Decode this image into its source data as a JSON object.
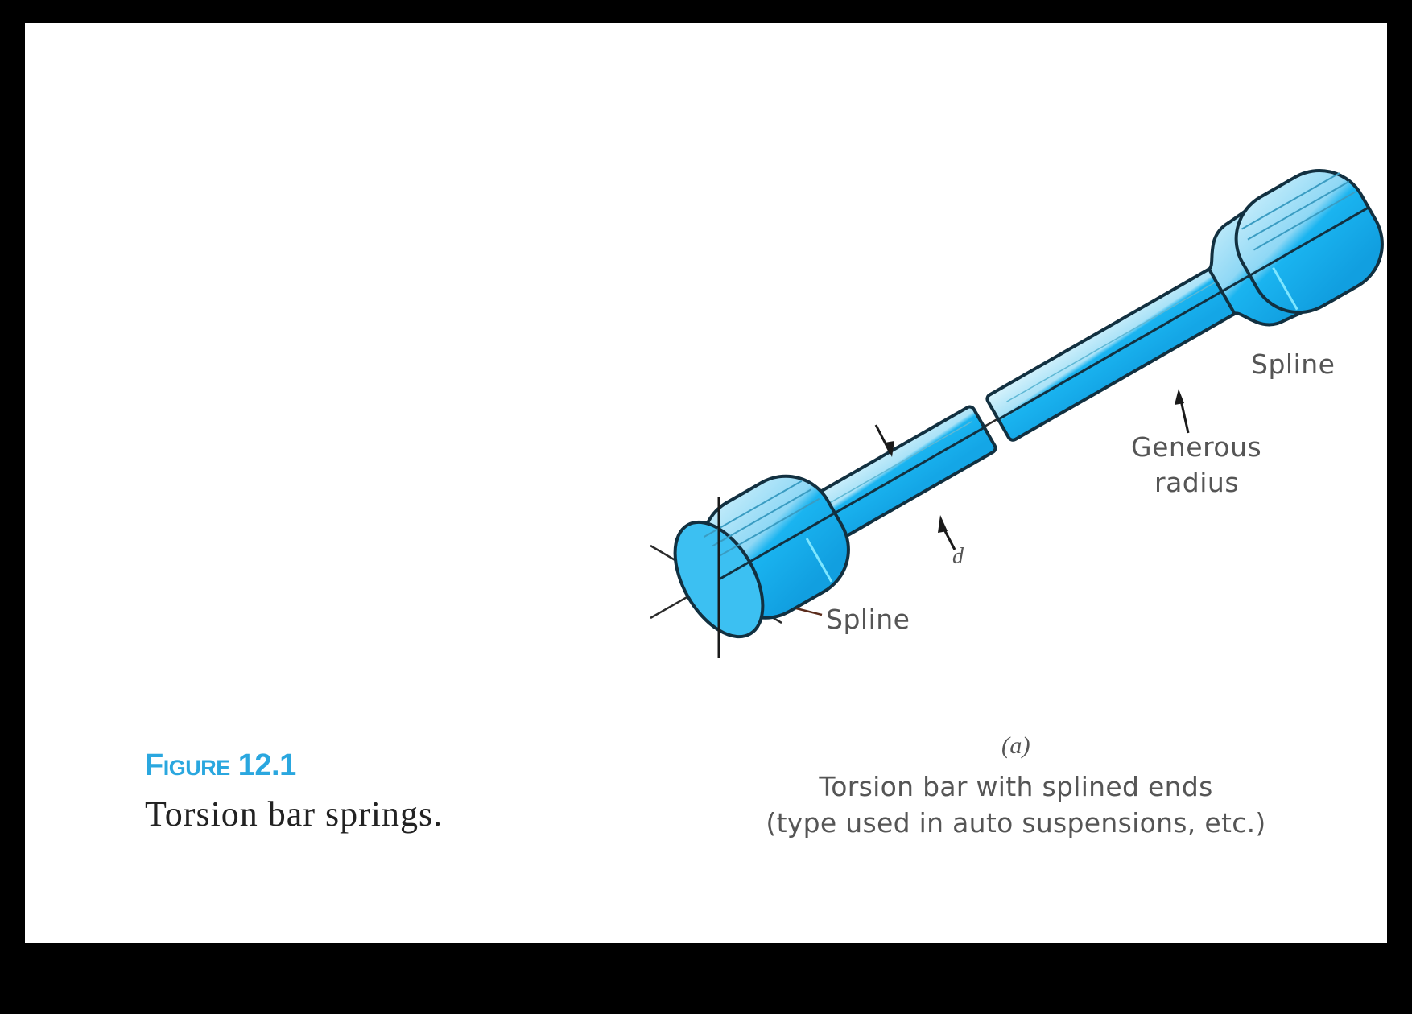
{
  "figure": {
    "number": "Figure 12.1",
    "title": "Torsion bar springs.",
    "accent_color": "#2aa7df",
    "bar_color": "#1ab4f0",
    "highlight_color": "#bfeaf8"
  },
  "diagram": {
    "labels": {
      "spline_left": "Spline",
      "spline_right": "Spline",
      "generous_radius_line1": "Generous",
      "generous_radius_line2": "radius",
      "diameter": "d"
    }
  },
  "subfigure": {
    "letter": "(a)",
    "caption_line1": "Torsion bar with splined ends",
    "caption_line2": "(type used in auto suspensions, etc.)"
  }
}
